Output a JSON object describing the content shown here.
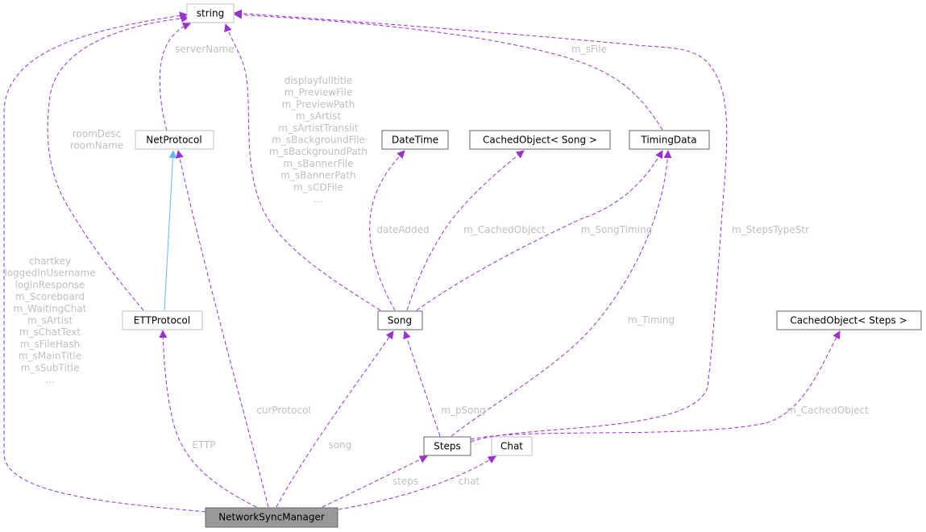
{
  "colors": {
    "usage_edge": "#9a32cd",
    "inheritance_edge": "#63b8ff",
    "main_node_fill": "#999999",
    "label": "#bfbfbf"
  },
  "nodes": {
    "string": "string",
    "netprotocol": "NetProtocol",
    "ettprotocol": "ETTProtocol",
    "datetime": "DateTime",
    "cachedobject_song": "CachedObject< Song >",
    "timingdata": "TimingData",
    "song": "Song",
    "cachedobject_steps": "CachedObject< Steps >",
    "steps": "Steps",
    "chat": "Chat",
    "networksyncmanager": "NetworkSyncManager"
  },
  "edges": {
    "nsm_string": [
      "chartkey",
      "loggedInUsername",
      "loginResponse",
      "m_Scoreboard",
      "m_WaitingChat",
      "m_sArtist",
      "m_sChatText",
      "m_sFileHash",
      "m_sMainTitle",
      "m_sSubTitle",
      "..."
    ],
    "ett_string": [
      "roomDesc",
      "roomName"
    ],
    "net_string": [
      "serverName"
    ],
    "song_string": [
      "displayfulltitle",
      "m_PreviewFile",
      "m_PreviewPath",
      "m_sArtist",
      "m_sArtistTranslit",
      "m_sBackgroundFile",
      "m_sBackgroundPath",
      "m_sBannerFile",
      "m_sBannerPath",
      "m_sCDFile",
      "..."
    ],
    "timing_string": [
      "m_sFile"
    ],
    "steps_string": [
      "m_StepsTypeStr"
    ],
    "song_datetime": [
      "dateAdded"
    ],
    "song_cachedobject": [
      "m_CachedObject"
    ],
    "song_timing": [
      "m_SongTiming"
    ],
    "steps_timing": [
      "m_Timing"
    ],
    "steps_song": [
      "m_pSong"
    ],
    "steps_cachedobject": [
      "m_CachedObject"
    ],
    "nsm_netprotocol": [
      "curProtocol"
    ],
    "nsm_ett": [
      "ETTP"
    ],
    "nsm_song": [
      "song"
    ],
    "nsm_steps": [
      "steps"
    ],
    "nsm_chat": [
      "chat"
    ]
  }
}
